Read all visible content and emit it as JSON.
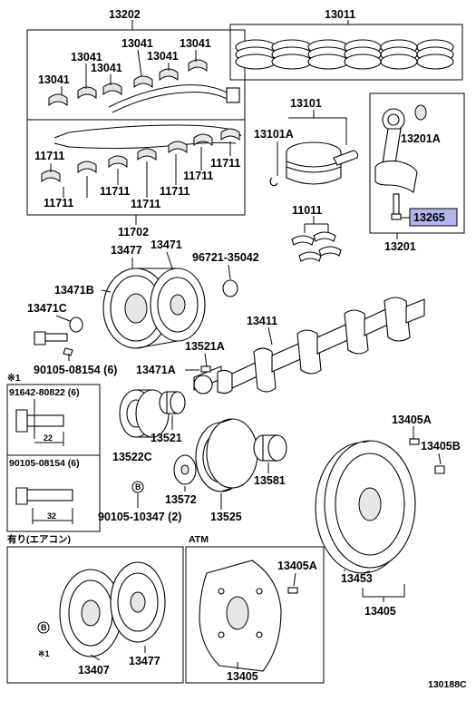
{
  "labels": {
    "p13202": "13202",
    "p13011": "13011",
    "p13041": "13041",
    "p13101": "13101",
    "p13101A": "13101A",
    "p13201A": "13201A",
    "p13265": "13265",
    "p13201": "13201",
    "p11711": "11711",
    "p11702": "11702",
    "p11011": "11011",
    "p13477": "13477",
    "p13471": "13471",
    "p96721": "96721-35042",
    "p13471B": "13471B",
    "p13471C": "13471C",
    "p13411": "13411",
    "p13521A": "13521A",
    "p13471A": "13471A",
    "p90105a": "90105-08154 (6)",
    "note1": "※1",
    "p91642": "91642-80822 (6)",
    "dim22": "22",
    "p90105b": "90105-08154 (6)",
    "dim32": "32",
    "p13522C": "13522C",
    "p13521": "13521",
    "p13572": "13572",
    "p13525": "13525",
    "p13581": "13581",
    "p90105c": "90105-10347 (2)",
    "circleB": "B",
    "p13405A": "13405A",
    "p13405B": "13405B",
    "p13453": "13453",
    "p13405": "13405",
    "aircon": "有り(エアコン)",
    "atm": "ATM",
    "p13407": "13407",
    "p13477b": "13477",
    "note1b": "※1",
    "p13405Ab": "13405A",
    "p13405b2": "13405",
    "drawing_code": "130188C"
  },
  "highlight_color": "#b3b3ee",
  "highlighted_part": "13265"
}
